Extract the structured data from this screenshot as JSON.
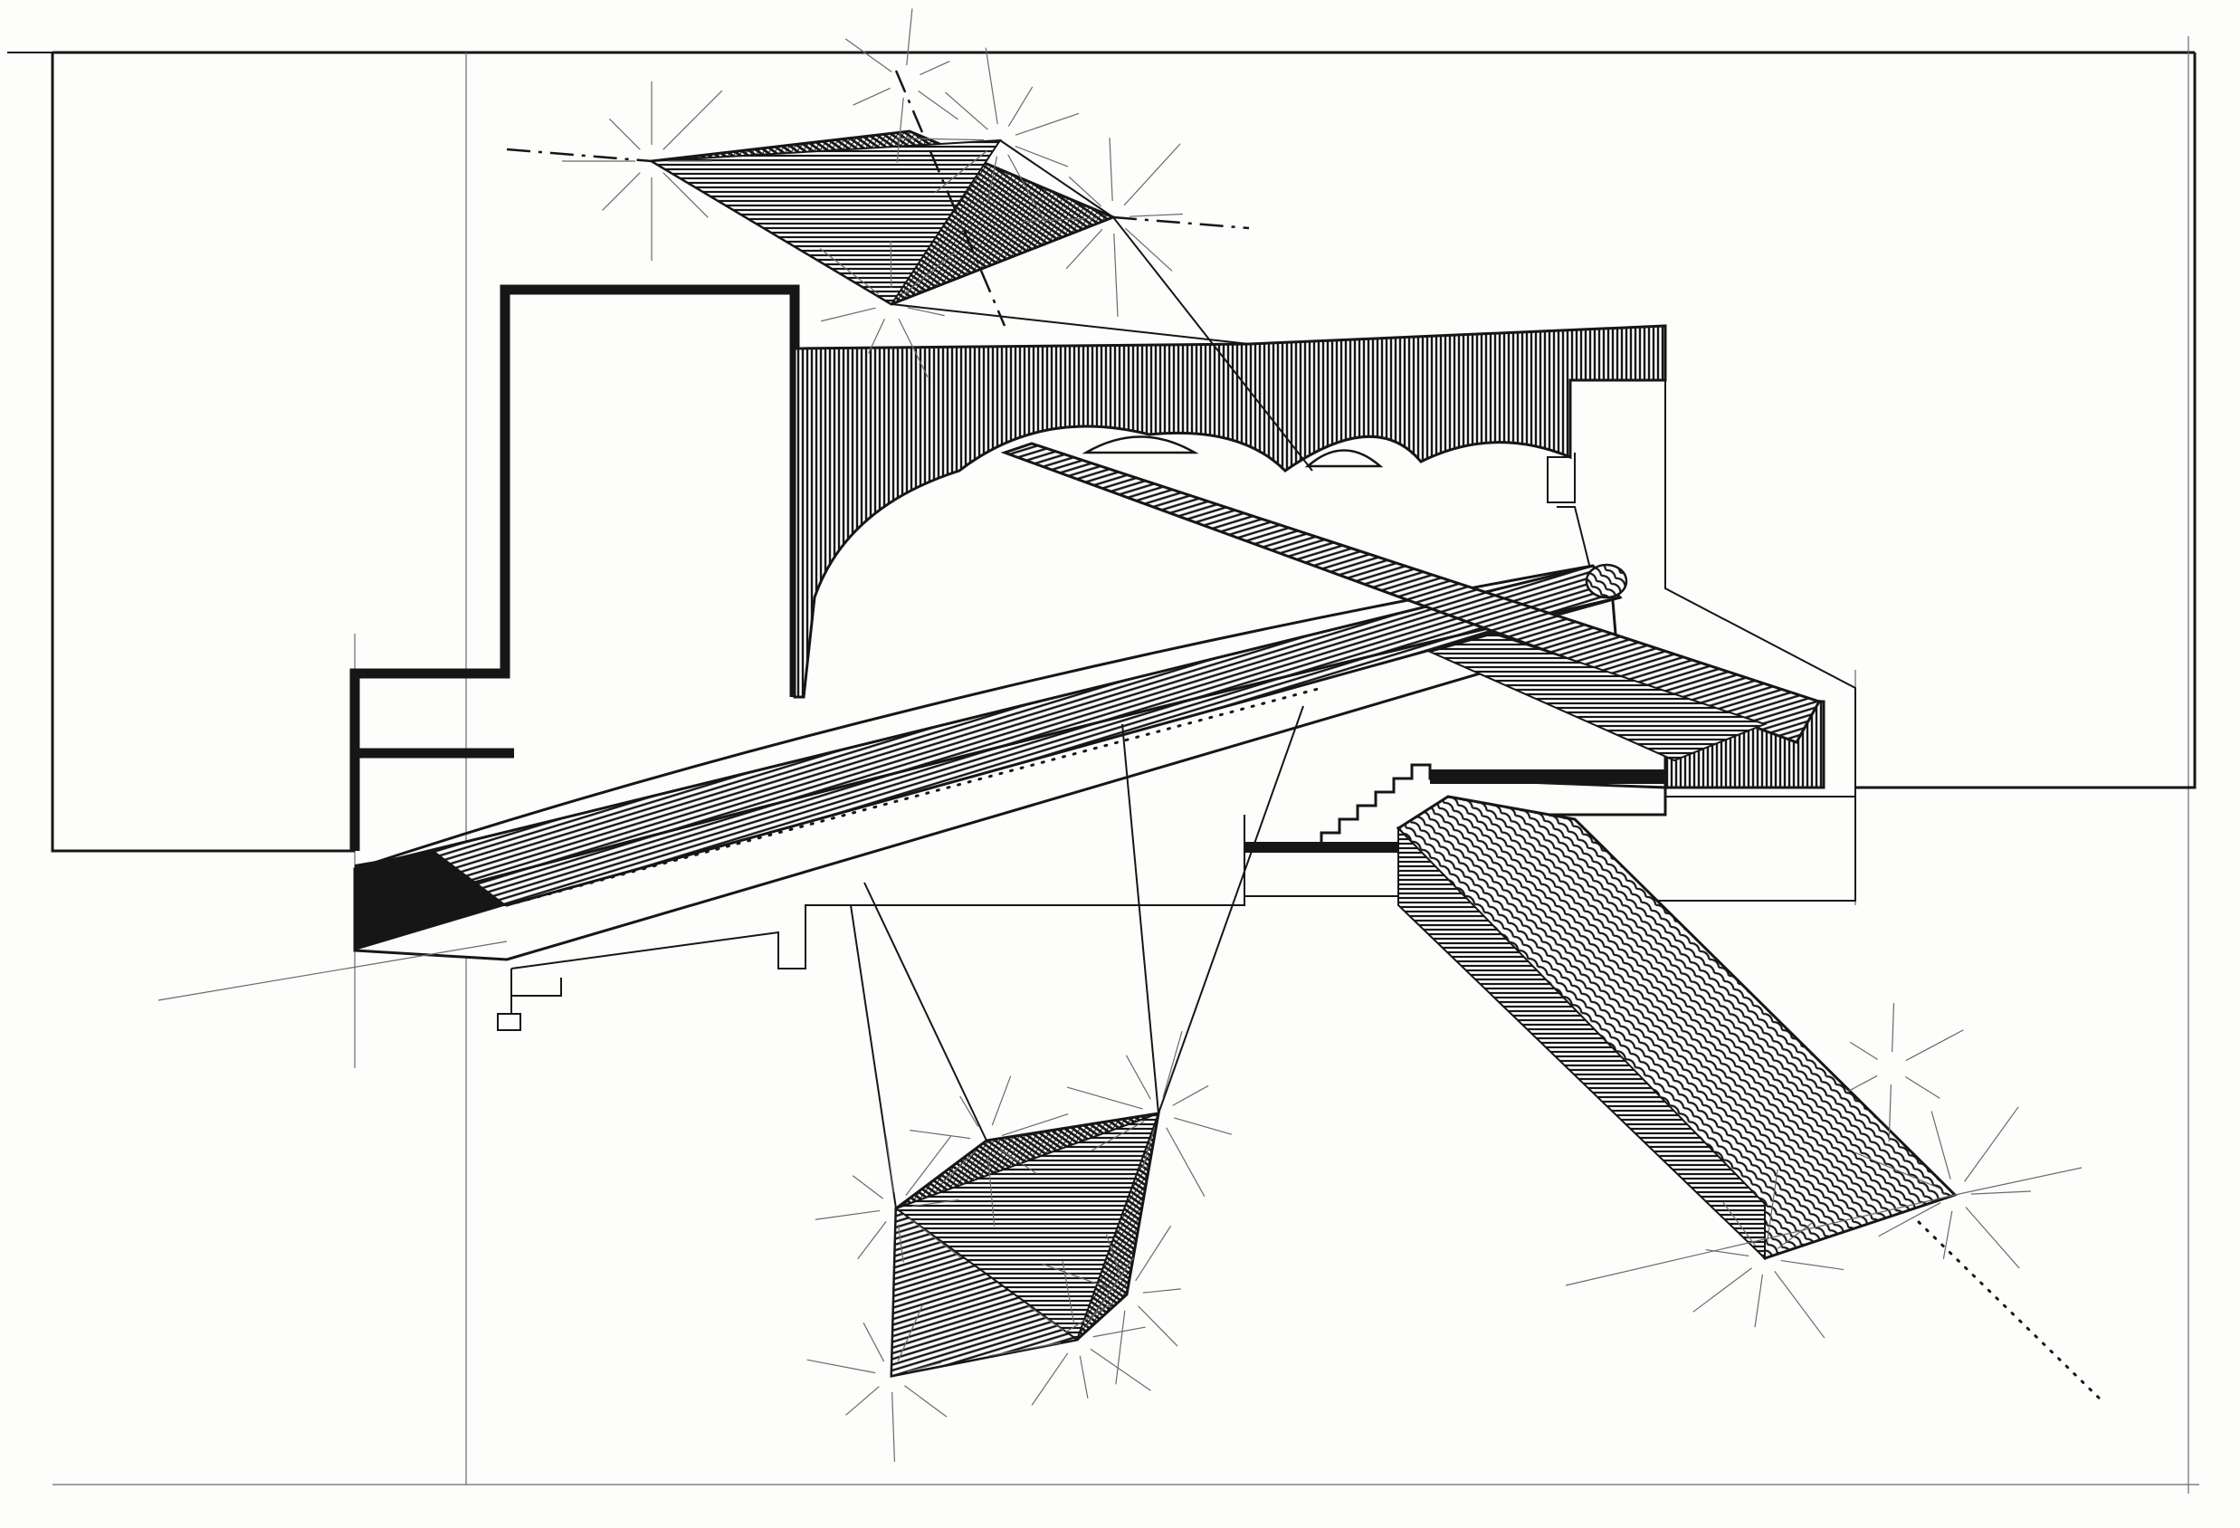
{
  "drawing": {
    "ink_color": "#161616",
    "paper_color": "#fdfdfc",
    "construction_color": "#6a6a6a",
    "hatches": [
      "horizontal-hatch",
      "vertical-hatch",
      "diagonal-hatch",
      "dense-hatch",
      "arc-hatch"
    ]
  }
}
